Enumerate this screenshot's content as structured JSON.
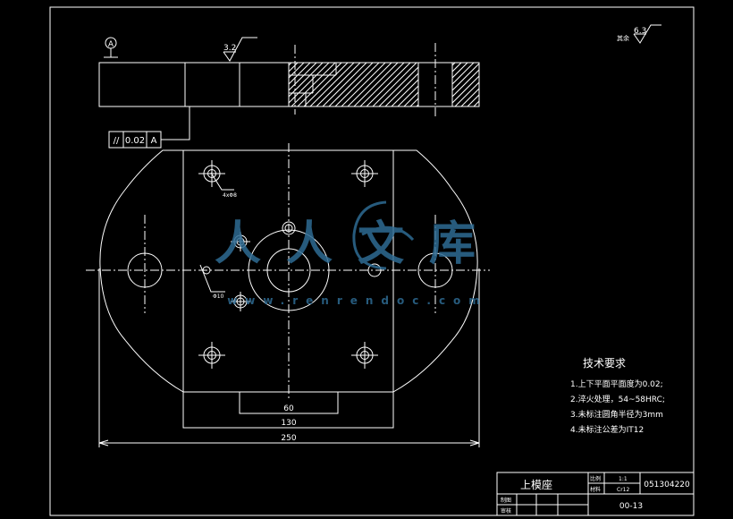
{
  "roughness": {
    "top_mark": "3.2",
    "general_mark": "6.3",
    "general_label": "其余"
  },
  "datum": {
    "letter": "A"
  },
  "tolerance_frame": {
    "symbol": "//",
    "value": "0.02",
    "datum": "A"
  },
  "dimensions": {
    "d60": "60",
    "d130": "130",
    "d250": "250"
  },
  "hole_labels": {
    "upper_left": "4xΦ8",
    "left": "Φ10"
  },
  "tech_requirements": {
    "title": "技术要求",
    "items": [
      "1.上下平面平面度为0.02;",
      "2.淬火处理，54~58HRC;",
      "3.未标注圆角半径为3mm",
      "4.未标注公差为IT12"
    ]
  },
  "title_block": {
    "part_name": "上模座",
    "drawing_no": "051304220",
    "bottom_code": "00-13",
    "ratio_label": "比例",
    "ratio_value": "1:1",
    "material_label": "材料",
    "material_value": "Cr12",
    "drawn_label": "制图",
    "checked_label": "审核"
  },
  "watermark": {
    "text": "人人文库",
    "url": "www.renrendoc.com"
  }
}
